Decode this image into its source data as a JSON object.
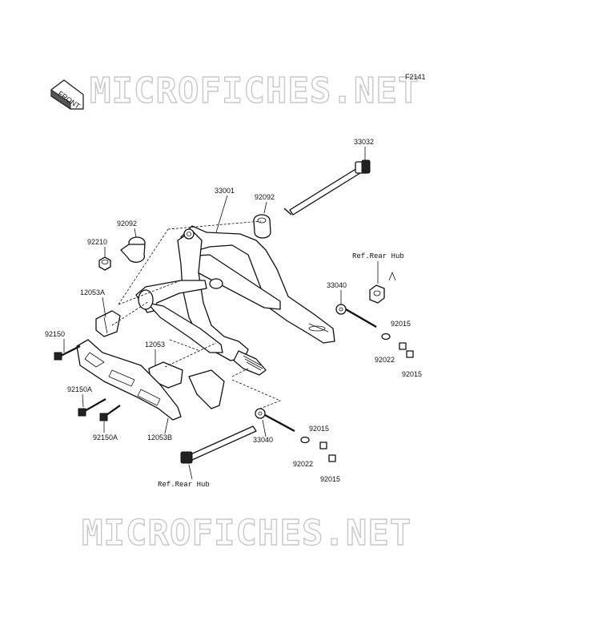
{
  "diagram": {
    "code": "F2141",
    "front_label": "FRONT",
    "watermark": "MICROFICHES.NET",
    "parts": {
      "p33032": "33032",
      "p92092a": "92092",
      "p33001": "33001",
      "p92092b": "92092",
      "p92210": "92210",
      "p12053A": "12053A",
      "p92150": "92150",
      "p12053": "12053",
      "p92150Aa": "92150A",
      "p92150Ab": "92150A",
      "p12053B": "12053B",
      "p33040a": "33040",
      "p33040b": "33040",
      "p92015a": "92015",
      "p92015b": "92015",
      "p92015c": "92015",
      "p92015d": "92015",
      "p92022a": "92022",
      "p92022b": "92022"
    },
    "refs": {
      "rear_hub_top": "Ref.Rear Hub",
      "rear_hub_bottom": "Ref.Rear Hub"
    }
  }
}
